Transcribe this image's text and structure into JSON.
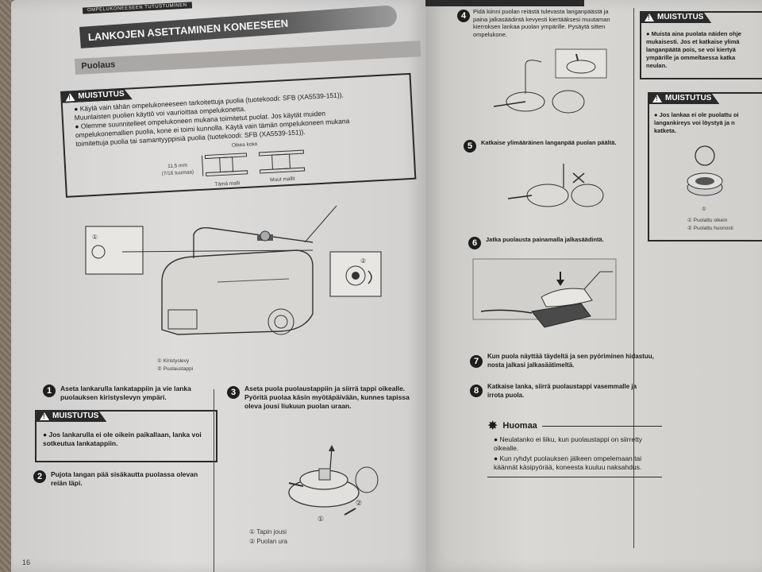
{
  "left": {
    "header_small": "OMPELUKONEESEEN TUTUSTUMINEN",
    "title": "LANKOJEN ASETTAMINEN KONEESEEN",
    "subtitle": "Puolaus",
    "warning1": {
      "tag": "MUISTUTUS",
      "lines": [
        "● Käytä vain tähän ompelukoneeseen tarkoitettuja puolia (tuotekoodi: SFB (XA5539-151)).",
        "   Muunlaisten puolien käyttö voi vaurioittaa ompelukonetta.",
        "● Olemme suunnitelleet ompelukoneen mukana toimitetut puolat. Jos käytät muiden",
        "   ompelukonemallien puolia, kone ei toimi kunnolla. Käytä vain tämän ompelukoneen mukana",
        "   toimitettuja puolia tai samantyyppisiä puolia (tuotekoodi: SFB (XA5539-151))."
      ],
      "diagram_title": "Oikea koko",
      "dim_label": "11,5 mm",
      "dim_label2": "(7/16 tuumaa)",
      "this_model": "Tämä malli",
      "other_models": "Muut mallit"
    },
    "machine_legend": [
      "① Kiristyslevy",
      "② Puolaustappi"
    ],
    "step1": {
      "num": "1",
      "text": "Aseta lankarulla lankatappiin ja vie lanka puolauksen kiristyslevyn ympäri."
    },
    "warning2": {
      "tag": "MUISTUTUS",
      "text": "● Jos lankarulla ei ole oikein paikallaan, lanka voi sotkeutua lankatappiin."
    },
    "step2": {
      "num": "2",
      "text": "Pujota langan pää sisäkautta puolassa olevan reiän läpi."
    },
    "step3": {
      "num": "3",
      "text": "Aseta puola puolaustappiin ja siirrä tappi oikealle. Pyöritä puolaa käsin myötäpäivään, kunnes tapissa oleva jousi liukuun puolan uraan."
    },
    "bobbin_legend": [
      "① Tapin jousi",
      "② Puolan ura"
    ],
    "page_number": "16"
  },
  "right": {
    "step4": {
      "num": "4",
      "text": "Pidä kiinni puolan reiästä tulevasta langanpäästä ja paina jalkasäädintä kevyesti kiertääksesi muutaman kierroksen lankaa puolan ympärille. Pysäytä sitten ompelukone."
    },
    "step5": {
      "num": "5",
      "text": "Katkaise ylimääräinen langanpää puolan päältä."
    },
    "step6": {
      "num": "6",
      "text": "Jatka puolausta painamalla jalkasäädintä."
    },
    "step7": {
      "num": "7",
      "text": "Kun puola näyttää täydeltä ja sen pyöriminen hidastuu, nosta jalkasi jalkasäätimeltä."
    },
    "step8": {
      "num": "8",
      "text": "Katkaise lanka, siirrä puolaustappi vasemmalle ja irrota puola."
    },
    "note": {
      "title": "Huomaa",
      "bullets": [
        "● Neulatanko ei liiku, kun puolaustappi on siirretty oikealle.",
        "● Kun ryhdyt puolauksen jälkeen ompelemaan tai käännät käsipyörää, koneesta kuuluu naksahdus."
      ]
    },
    "side_warning1": {
      "tag": "MUISTUTUS",
      "lines": [
        "● Muista aina puolata näiden ohje",
        "mukaisesti. Jos et katkaise ylimä",
        "langanpäätä pois, se voi kiertyä",
        "ympärille ja ommeltaessa katka",
        "neulan."
      ]
    },
    "side_warning2": {
      "tag": "MUISTUTUS",
      "lines": [
        "● Jos lankaa ei ole puolattu oi",
        "langankireys voi löystyä ja n",
        "katketa."
      ]
    },
    "side_legend": [
      "① Puolattu oikein",
      "② Puolattu huonosti"
    ],
    "side_marker": "①"
  }
}
